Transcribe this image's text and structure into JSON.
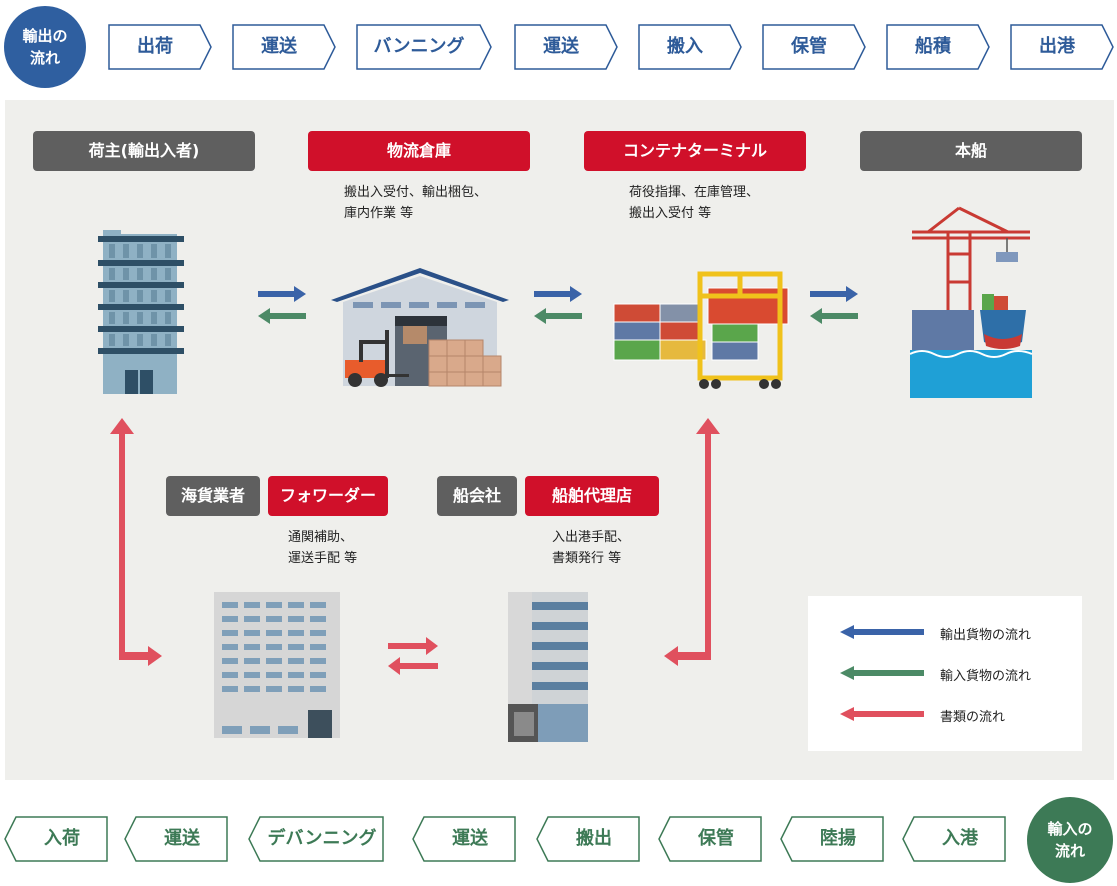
{
  "export_flow": {
    "label": "輸出の\n流れ",
    "color": "#2f5fa0",
    "steps": [
      "出荷",
      "運送",
      "バンニング",
      "運送",
      "搬入",
      "保管",
      "船積",
      "出港"
    ]
  },
  "import_flow": {
    "label": "輸入の\n流れ",
    "color": "#3d7a56",
    "steps": [
      "入荷",
      "運送",
      "デバンニング",
      "運送",
      "搬出",
      "保管",
      "陸揚",
      "入港"
    ]
  },
  "actors": {
    "shipper": {
      "label": "荷主(輸出入者)"
    },
    "warehouse": {
      "label": "物流倉庫",
      "desc": "搬出入受付、輸出梱包、\n庫内作業 等"
    },
    "terminal": {
      "label": "コンテナターミナル",
      "desc": "荷役指揮、在庫管理、\n搬出入受付 等"
    },
    "vessel": {
      "label": "本船"
    },
    "forwarder": {
      "category": "海貨業者",
      "label": "フォワーダー",
      "desc": "通関補助、\n運送手配 等"
    },
    "agent": {
      "category": "船会社",
      "label": "船舶代理店",
      "desc": "入出港手配、\n書類発行 等"
    }
  },
  "legend": {
    "items": [
      {
        "label": "輸出貨物の流れ",
        "color": "#3a63a8"
      },
      {
        "label": "輸入貨物の流れ",
        "color": "#4c8a66"
      },
      {
        "label": "書類の流れ",
        "color": "#e0505e"
      }
    ]
  }
}
